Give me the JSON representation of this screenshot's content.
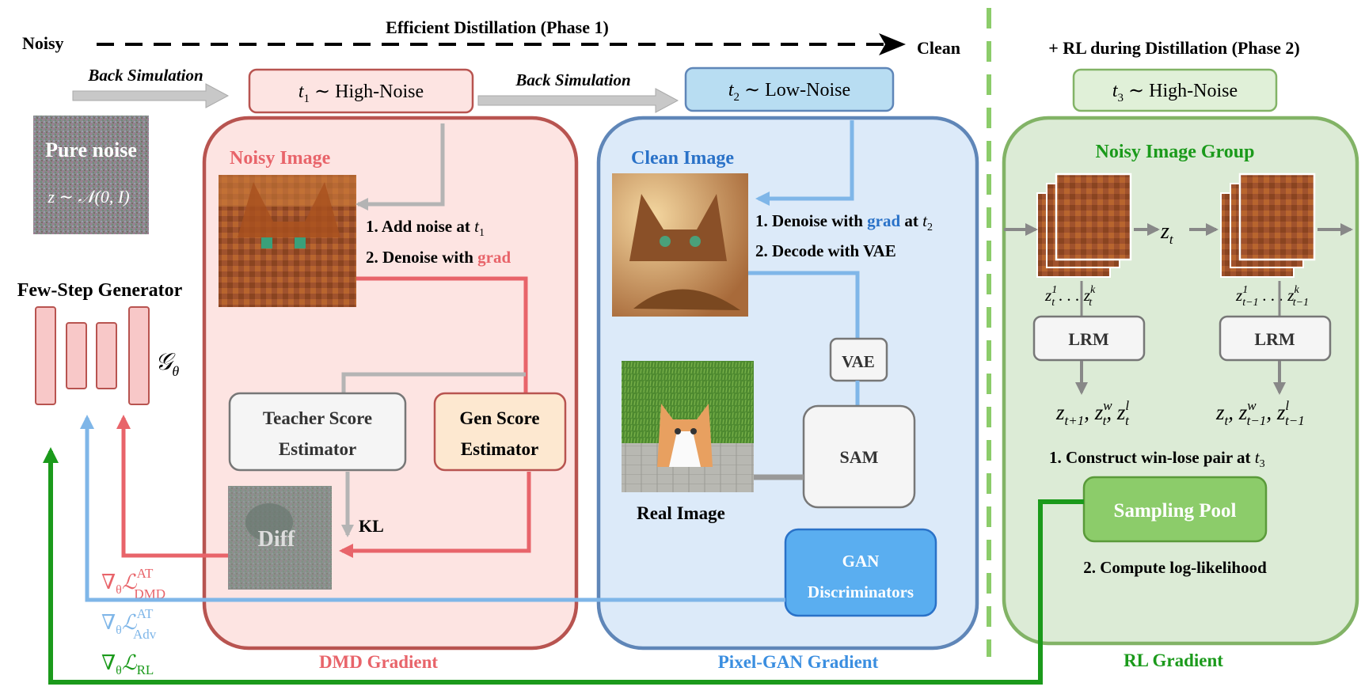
{
  "header": {
    "noisy": "Noisy",
    "phase1": "Efficient Distillation (Phase 1)",
    "clean": "Clean",
    "phase2": "+ RL during Distillation (Phase 2)",
    "back_sim_1": "Back Simulation",
    "back_sim_2": "Back Simulation"
  },
  "time_boxes": {
    "t1": {
      "var": "t",
      "sub": "1",
      "text": " ∼ High-Noise"
    },
    "t2": {
      "var": "t",
      "sub": "2",
      "text": " ∼ Low-Noise"
    },
    "t3": {
      "var": "t",
      "sub": "3",
      "text": " ∼ High-Noise"
    }
  },
  "left": {
    "pure_noise": "Pure noise",
    "noise_formula": "z ∼ 𝒩(0, I)",
    "generator_title": "Few-Step Generator",
    "generator_symbol": "𝒢",
    "generator_sub": "θ"
  },
  "gradients": {
    "dmd": {
      "nabla": "∇",
      "sub_theta": "θ",
      "L": "ℒ",
      "sup": "AT",
      "sub": "DMD"
    },
    "adv": {
      "nabla": "∇",
      "sub_theta": "θ",
      "L": "ℒ",
      "sup": "AT",
      "sub": "Adv"
    },
    "rl": {
      "nabla": "∇",
      "sub_theta": "θ",
      "L": "ℒ",
      "sub": "RL"
    }
  },
  "dmd_panel": {
    "title": "Noisy Image",
    "step1": "1. Add noise at ",
    "step1_var": "t",
    "step1_sub": "1",
    "step2": "2. Denoise with ",
    "step2_highlight": "grad",
    "teacher_line1": "Teacher Score",
    "teacher_line2": "Estimator",
    "gen_line1": "Gen Score",
    "gen_line2": "Estimator",
    "diff": "Diff",
    "kl": "KL",
    "footer": "DMD Gradient"
  },
  "gan_panel": {
    "title": "Clean Image",
    "step1": "1. Denoise with ",
    "step1_highlight": "grad",
    "step1_mid": " at ",
    "step1_var": "t",
    "step1_sub": "2",
    "step2": "2. Decode with VAE",
    "vae": "VAE",
    "sam": "SAM",
    "real_image": "Real Image",
    "gan_line1": "GAN",
    "gan_line2": "Discriminators",
    "footer": "Pixel-GAN Gradient"
  },
  "rl_panel": {
    "title": "Noisy Image Group",
    "zt": "z",
    "zt_sub": "t",
    "left_group": {
      "sup1": "1",
      "supk": "k",
      "sub": "t"
    },
    "right_group": {
      "sup1": "1",
      "supk": "k",
      "sub": "t−1"
    },
    "lrm_left": "LRM",
    "lrm_right": "LRM",
    "out_left": "z_{t+1}, z_t^w, z_t^l",
    "out_right": "z_t, z_{t−1}^w, z_{t−1}^l",
    "step1": "1. Construct win-lose pair at ",
    "step1_var": "t",
    "step1_sub": "3",
    "sampling_pool": "Sampling Pool",
    "step2": "2. Compute log-likelihood",
    "footer": "RL Gradient"
  },
  "colors": {
    "red": "#e8646a",
    "red_dark": "#b85450",
    "pink_bg": "#fde4e2",
    "blue": "#7fb6e8",
    "blue_dark": "#5f86b8",
    "blue_bg": "#dceaf9",
    "green": "#1b9a1b",
    "green_dark": "#82b366",
    "green_bg": "#dcebd6",
    "gray": "#b4b4b4",
    "gan_blue": "#5aaef0"
  }
}
